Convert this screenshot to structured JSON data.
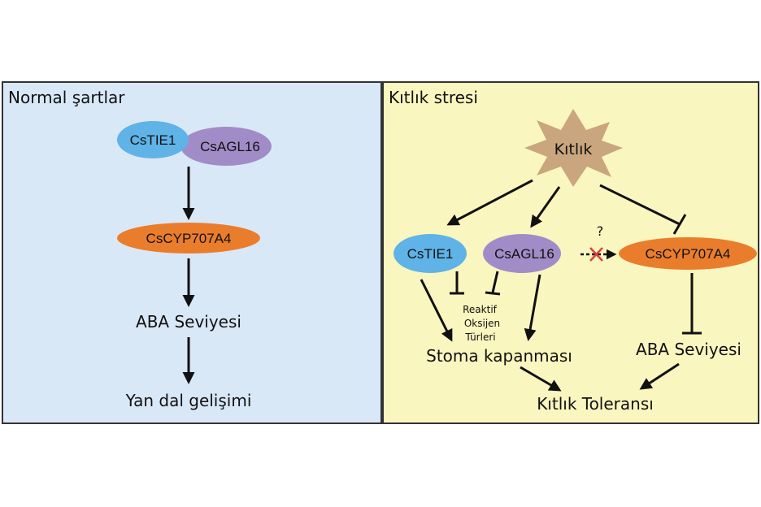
{
  "left_panel": {
    "title": "Normal şartlar",
    "node_tie1": "CsTIE1",
    "node_agl16": "CsAGL16",
    "node_cyp": "CsCYP707A4",
    "aba_level": "ABA Seviyesi",
    "branching": "Yan dal gelişimi"
  },
  "right_panel": {
    "title": "Kıtlık stresi",
    "drought": "Kıtlık",
    "node_tie1": "CsTIE1",
    "node_agl16": "CsAGL16",
    "node_cyp": "CsCYP707A4",
    "question": "?",
    "ros": [
      "Reaktif",
      "Oksijen",
      "Türleri"
    ],
    "stomata": "Stoma kapanması",
    "aba_level": "ABA Seviyesi",
    "tolerance": "Kıtlık Toleransı"
  },
  "colors": {
    "left_bg": "#d9e8f7",
    "right_bg": "#faf6bf",
    "tie1": "#5fb3e6",
    "agl16": "#a18cc7",
    "cyp": "#ea7d2c",
    "drought_star": "#c9a67e",
    "block_x": "#e04040"
  }
}
